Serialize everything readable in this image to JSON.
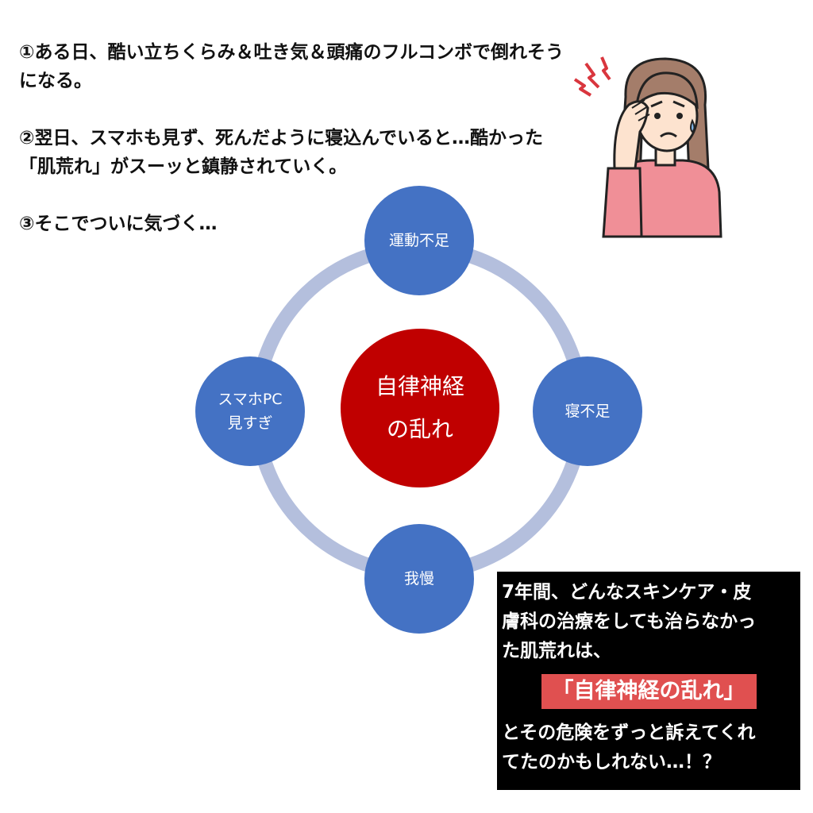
{
  "intro": {
    "step1": "①ある日、酷い立ちくらみ＆吐き気＆頭痛のフルコンボで倒れそうになる。",
    "step2": "②翌日、スマホも見ず、死んだように寝込んでいると…酷かった「肌荒れ」がスーッと鎮静されていく。",
    "step3": "③そこでついに気づく…"
  },
  "diagram": {
    "center": {
      "line1": "自律神経",
      "line2": "の乱れ"
    },
    "top": "運動不足",
    "right": "寝不足",
    "bottom": "我慢",
    "left": {
      "line1": "スマホPC",
      "line2": "見すぎ"
    },
    "colors": {
      "center": "#c00000",
      "satellite": "#4472c4",
      "ring": "#b4bfdd"
    }
  },
  "illustration": {
    "icon": "headache-woman-icon"
  },
  "callout": {
    "line1": "7年間、どんなスキンケア・皮",
    "line2": "膚科の治療をしても治らなかっ",
    "line3": "た肌荒れは、",
    "highlight": "「自律神経の乱れ」",
    "line4": "とその危険をずっと訴えてくれ",
    "line5": "てたのかもしれない…！？",
    "colors": {
      "background": "#000000",
      "highlight": "#e05050"
    }
  }
}
